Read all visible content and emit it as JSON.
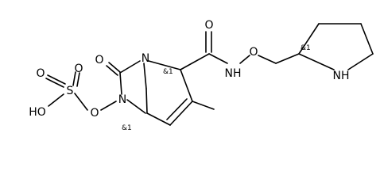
{
  "molecule": {
    "atoms": {
      "carbonyl_oxygen": "O",
      "bridgehead_nitrogen": "N",
      "bicyclic_nitrogen": "N",
      "amide_oxygen": "O",
      "amide_nh": "NH",
      "ether_oxygen": "O",
      "pyrrolidine_nh": "NH",
      "sulfonyl_oxygen_top": "O",
      "sulfonyl_oxygen_bottom": "O",
      "sulfur": "S",
      "hydroxyl": "HO",
      "linking_oxygen": "O"
    },
    "stereo_labels": {
      "c2": "&1",
      "c5": "&1",
      "pyrrolidine_c2": "&1"
    }
  }
}
